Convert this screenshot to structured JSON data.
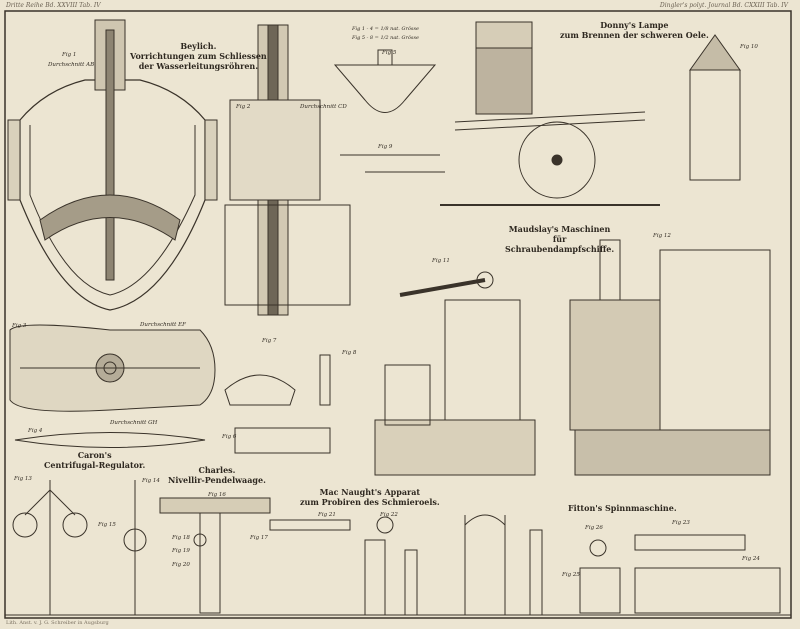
{
  "header": {
    "left": "Dritte Reihe Bd. XXVIII Tab. IV",
    "right": "Dingler's polyt. Journal Bd. CXXIII Tab. IV"
  },
  "titles": {
    "beylich": [
      "Beylich.",
      "Vorrichtungen zum Schliessen",
      "der Wasserleitungsröhren."
    ],
    "donny": [
      "Donny's Lampe",
      "zum Brennen der schweren Oele."
    ],
    "maudslay": [
      "Maudslay's Maschinen",
      "für",
      "Schraubendampfschiffe."
    ],
    "caron": [
      "Caron's",
      "Centrifugal-Regulator."
    ],
    "charles": [
      "Charles.",
      "Nivellir-Pendelwaage."
    ],
    "macnaught": [
      "Mac Naught's Apparat",
      "zum Probiren des Schmieroels."
    ],
    "fitton": "Fitton's Spinnmaschine."
  },
  "scale_notes": [
    "Fig 1 - 4 = 1/8 nat. Grösse",
    "Fig 5 - 8 = 1/2 nat. Grösse"
  ],
  "sections": [
    "Durchschnitt AB",
    "Durchschnitt CD",
    "Durchschnitt EF",
    "Durchschnitt GH"
  ],
  "figures": [
    "Fig 1",
    "Fig 2",
    "Fig 3",
    "Fig 4",
    "Fig 5",
    "Fig 6",
    "Fig 7",
    "Fig 8",
    "Fig 9",
    "Fig 10",
    "Fig 11",
    "Fig 12",
    "Fig 13",
    "Fig 14",
    "Fig 15",
    "Fig 16",
    "Fig 17",
    "Fig 18",
    "Fig 19",
    "Fig 20",
    "Fig 21",
    "Fig 22",
    "Fig 23",
    "Fig 24",
    "Fig 25",
    "Fig 26"
  ],
  "footer": "Lith. Anst. v. J. G. Schreiber in Augsburg"
}
